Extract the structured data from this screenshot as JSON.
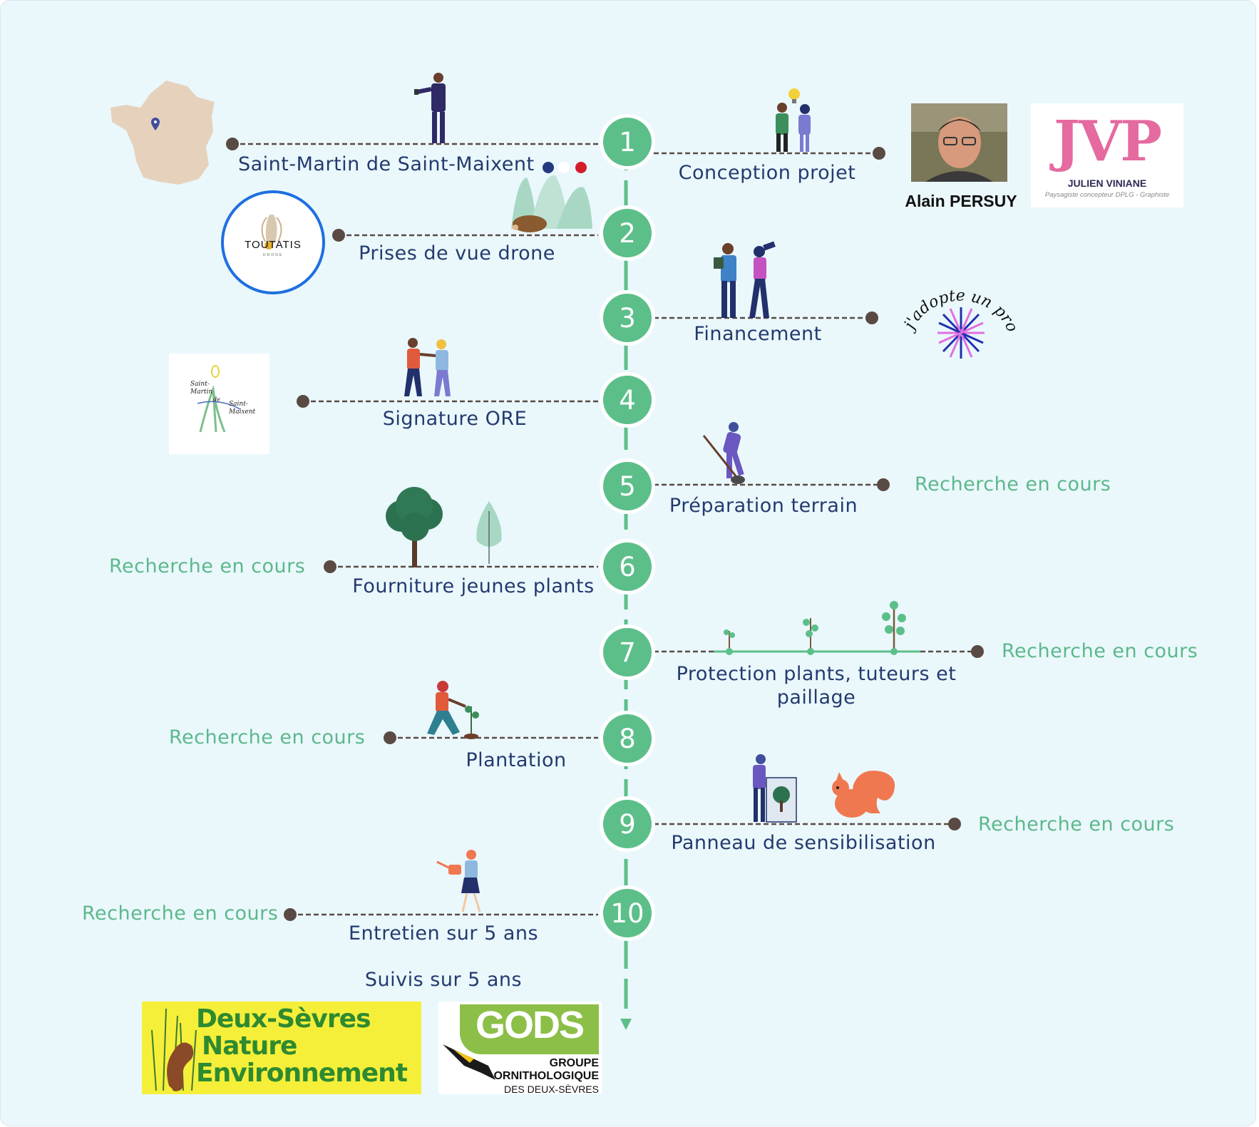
{
  "steps": [
    {
      "num": "1",
      "label": "Saint-Martin de Saint-Maixent",
      "right_label": "Conception projet"
    },
    {
      "num": "2",
      "label": "Prises de vue drone"
    },
    {
      "num": "3",
      "label": "Financement"
    },
    {
      "num": "4",
      "label": "Signature ORE"
    },
    {
      "num": "5",
      "label": "Préparation terrain",
      "status": "Recherche en cours"
    },
    {
      "num": "6",
      "label": "Fourniture jeunes plants",
      "status": "Recherche en cours"
    },
    {
      "num": "7",
      "label": "Protection plants, tuteurs et paillage",
      "status": "Recherche en cours"
    },
    {
      "num": "8",
      "label": "Plantation",
      "status": "Recherche en cours"
    },
    {
      "num": "9",
      "label": "Panneau de sensibilisation",
      "status": "Recherche en cours"
    },
    {
      "num": "10",
      "label": "Entretien sur 5 ans",
      "status": "Recherche en cours"
    }
  ],
  "followup_label": "Suivis sur 5 ans",
  "partners": {
    "designer_name": "Alain PERSUY",
    "jvp": {
      "logo": "JVP",
      "name": "JULIEN VINIANE",
      "subtitle": "Paysagiste concepteur DPLG - Graphiste"
    },
    "toutatis": {
      "logo": "TOUTATIS",
      "sub": "DRONE"
    },
    "adopte": {
      "text": "j'adopte un projet"
    },
    "commune": {
      "line1": "Saint-",
      "line2": "Martin",
      "line3": "de",
      "line4": "Saint-",
      "line5": "Maixent"
    },
    "dsne": {
      "line1": "Deux-Sèvres",
      "line2": "Nature",
      "line3": "Environnement"
    },
    "gods": {
      "logo": "GODS",
      "line1": "GROUPE",
      "line2": "ORNITHOLOGIQUE",
      "line3": "DES DEUX-SÈVRES"
    }
  },
  "colors": {
    "background": "#eaf8fc",
    "accent_green": "#5cbf8a",
    "text_navy": "#243a6e",
    "status_green": "#5cb88a",
    "connector": "#5a4a44"
  },
  "icons": [
    "france-map-icon",
    "location-pin-icon",
    "businessman-icon",
    "flag-dots-icon",
    "team-idea-icon",
    "hills-icon",
    "hedgehog-icon",
    "investors-icon",
    "handshake-icon",
    "gardener-shovel-icon",
    "tree-icon",
    "sapling-icon",
    "seedling-icon",
    "planter-icon",
    "sign-presenter-icon",
    "squirrel-icon",
    "watering-woman-icon",
    "arrow-down-icon"
  ]
}
